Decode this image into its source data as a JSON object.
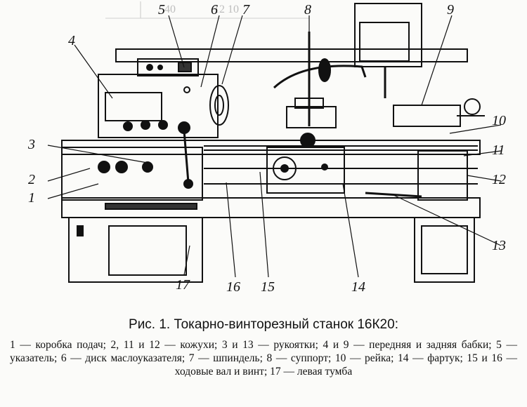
{
  "figure": {
    "labels": {
      "n1": "1",
      "n2": "2",
      "n3": "3",
      "n4": "4",
      "n5": "5",
      "n6": "6",
      "n7": "7",
      "n8": "8",
      "n9": "9",
      "n10": "10",
      "n11": "11",
      "n12": "12",
      "n13": "13",
      "n14": "14",
      "n15": "15",
      "n16": "16",
      "n17": "17"
    },
    "bleed_text": {
      "a": "12 10",
      "b": "40"
    }
  },
  "caption": {
    "title": "Рис. 1. Токарно-винторезный станок 16К20:",
    "legend": "1 — коробка подач; 2, 11 и 12 — кожухи; 3 и 13 — рукоятки; 4 и 9 — передняя и задняя бабки; 5 — указатель; 6 — диск маслоуказателя; 7 — шпиндель; 8 — суппорт; 10 — рейка; 14 — фартук; 15 и 16 — ходовые вал и винт; 17 — левая тумба"
  }
}
